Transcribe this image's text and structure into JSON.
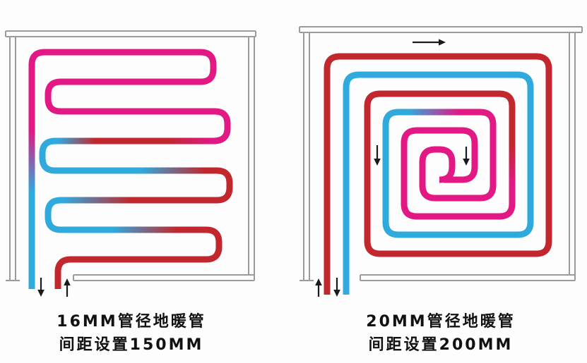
{
  "panels": [
    {
      "name": "serpentine-layout",
      "pipe_diameter": "16MM",
      "pipe_spacing": "150MM",
      "caption_line1": "16MM管径地暖管",
      "caption_line2": "间距设置150MM"
    },
    {
      "name": "spiral-layout",
      "pipe_diameter": "20MM",
      "pipe_spacing": "200MM",
      "caption_line1": "20MM管径地暖管",
      "caption_line2": "间距设置200MM"
    }
  ],
  "colors": {
    "supply_hot": "#c1272d",
    "medium_warm": "#e21884",
    "return_cold": "#30a9dd",
    "wall": "#9b9b9b",
    "arrow": "#1a1a1a",
    "background": "#fdfdfd"
  },
  "icons": {
    "flow_up_arrow": "↑",
    "flow_down_arrow": "↓",
    "flow_right_arrow": "→"
  }
}
